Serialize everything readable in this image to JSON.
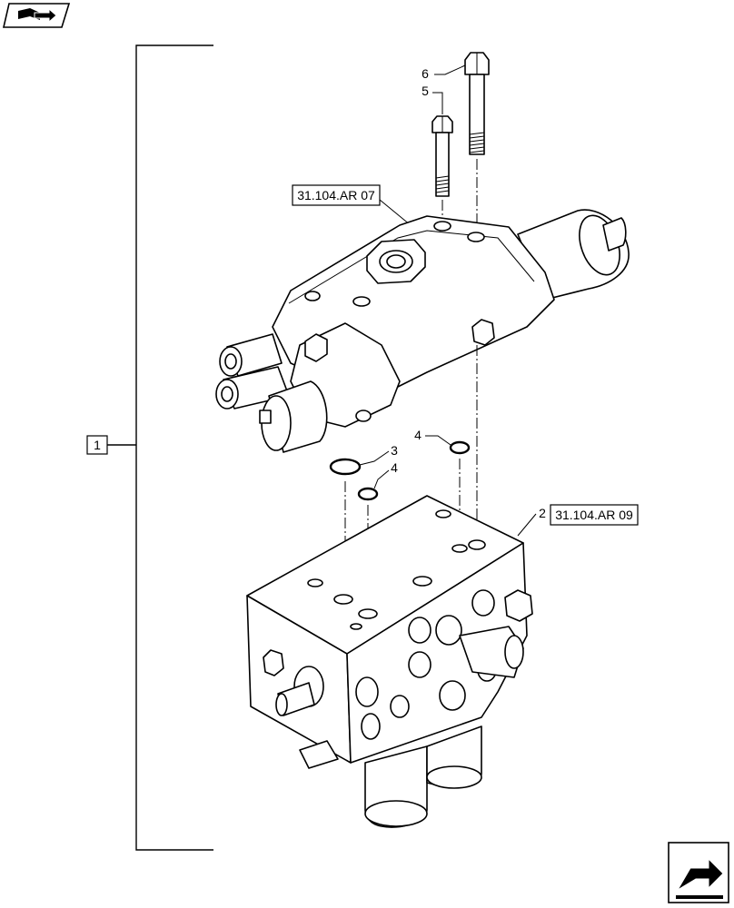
{
  "icons": {
    "top_left": "book-with-arrow-icon",
    "bottom_right": "next-page-arrow-icon"
  },
  "callouts": {
    "assembly": "1",
    "valve_body": "2",
    "oring_large": "3",
    "oring_small_left": "4",
    "oring_small_right": "4",
    "bolt_short": "5",
    "bolt_long": "6"
  },
  "references": {
    "upper_valve": "31.104.AR 07",
    "lower_valve": "31.104.AR 09"
  }
}
